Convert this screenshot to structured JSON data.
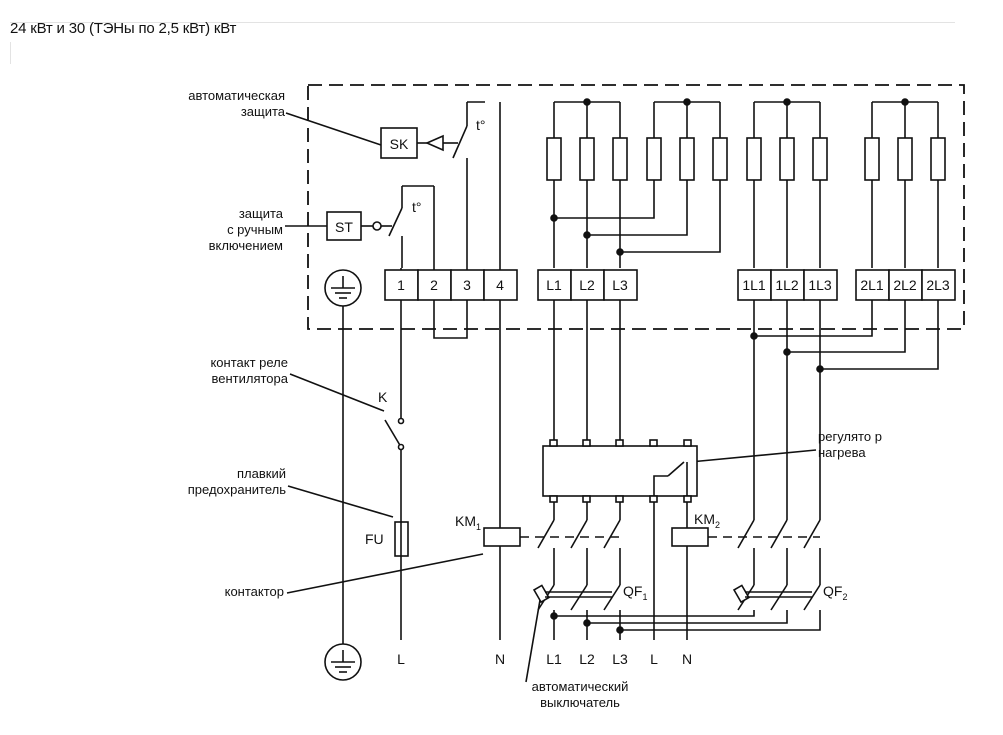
{
  "title": "24 кВт и 30 (ТЭНы по 2,5 кВт) кВт",
  "labels": {
    "auto_protection": [
      "автоматическая",
      "защита"
    ],
    "manual_protection": [
      "защита",
      "с ручным",
      "включением"
    ],
    "fan_relay": [
      "контакт реле",
      "вентилятора"
    ],
    "fuse": [
      "плавкий",
      "предохранитель"
    ],
    "contactor": "контактор",
    "regulator": [
      "регулято р",
      "нагрева"
    ],
    "breaker": [
      "автоматический",
      "выключатель"
    ]
  },
  "devices": {
    "sk": "SK",
    "st": "ST",
    "temp_sk": "t°",
    "temp_st": "t°",
    "k": "K",
    "fu": "FU",
    "km1": "KM",
    "km1_sub": "1",
    "km2": "KM",
    "km2_sub": "2",
    "qf1": "QF",
    "qf1_sub": "1",
    "qf2": "QF",
    "qf2_sub": "2"
  },
  "terminals_control": [
    "1",
    "2",
    "3",
    "4"
  ],
  "terminals_group1": [
    "L1",
    "L2",
    "L3"
  ],
  "terminals_group2": [
    "1L1",
    "1L2",
    "1L3"
  ],
  "terminals_group3": [
    "2L1",
    "2L2",
    "2L3"
  ],
  "supply_labels": [
    "L",
    "N",
    "L1",
    "L2",
    "L3",
    "L",
    "N"
  ]
}
